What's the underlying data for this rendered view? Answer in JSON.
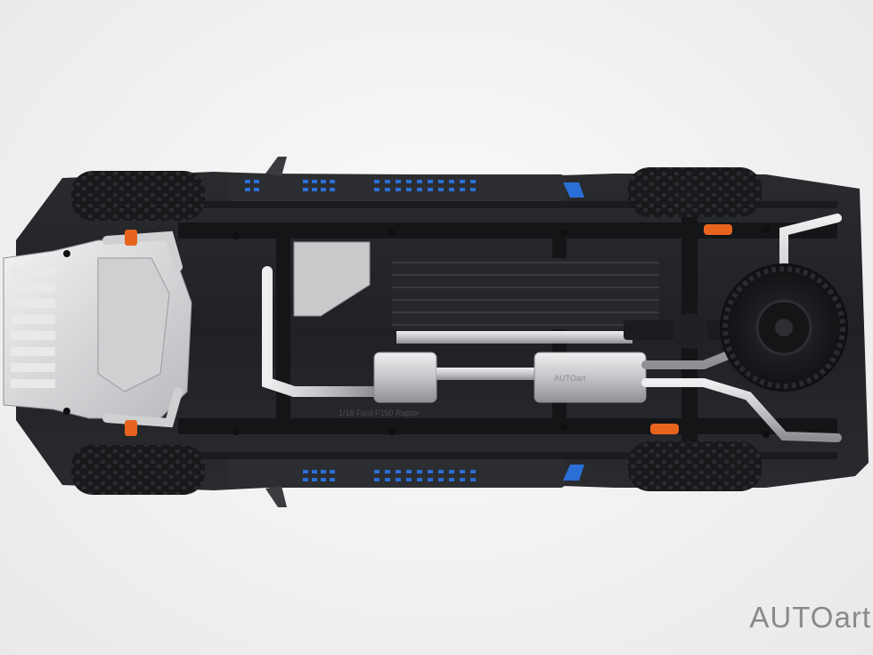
{
  "brand": {
    "caps": "AUTO",
    "lower": "art"
  },
  "underside_text": {
    "frame_stamp": "1/18 Ford F150 Raptor",
    "muffler_stamp": "AUTOart"
  },
  "colors": {
    "background": "#f1f1f2",
    "chassis": "#1e1f22",
    "skid_plate": "#d8d9db",
    "exhaust": "#c9cacc",
    "accent_blue": "#2a6fd6",
    "accent_orange": "#e8641e",
    "tire": "#151618"
  }
}
